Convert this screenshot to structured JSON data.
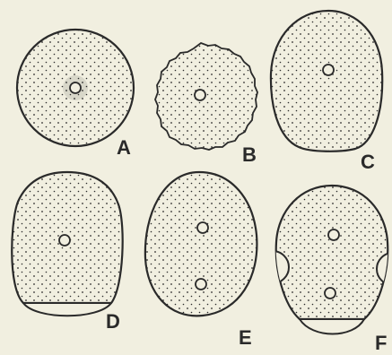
{
  "figure": {
    "background": "#f1efe0",
    "ink": "#2a2a2a",
    "panels": [
      {
        "label": "A",
        "shape": "circle",
        "nuclei": 1
      },
      {
        "label": "B",
        "shape": "wrinkled circle",
        "nuclei": 1
      },
      {
        "label": "C",
        "shape": "ovoid",
        "nuclei": 1
      },
      {
        "label": "D",
        "shape": "ovoid with basal cap",
        "nuclei": 1
      },
      {
        "label": "E",
        "shape": "ovoid",
        "nuclei": 2
      },
      {
        "label": "F",
        "shape": "ovoid with basal cap and two lateral pores",
        "nuclei": 2
      }
    ]
  }
}
